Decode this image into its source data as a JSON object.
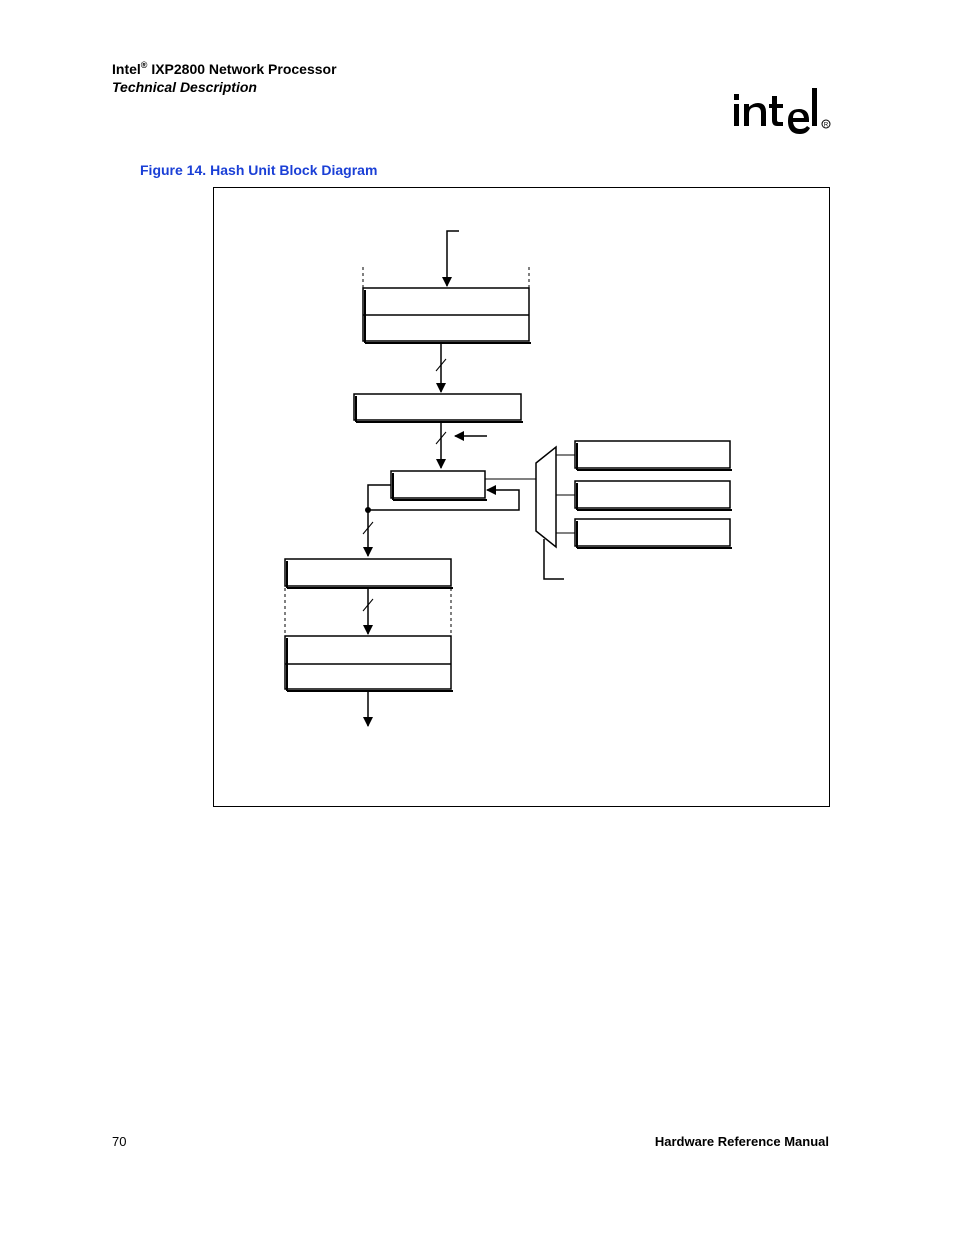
{
  "header": {
    "brand": "Intel",
    "registered_mark": "®",
    "product": "IXP2800 Network Processor",
    "subtitle": "Technical Description",
    "logo_text": "intel"
  },
  "figure": {
    "number": "Figure 14.",
    "title": "Hash Unit Block Diagram"
  },
  "footer": {
    "page_number": "70",
    "manual_title": "Hardware Reference Manual"
  },
  "colors": {
    "caption": "#1a3fd6",
    "text": "#000000"
  }
}
